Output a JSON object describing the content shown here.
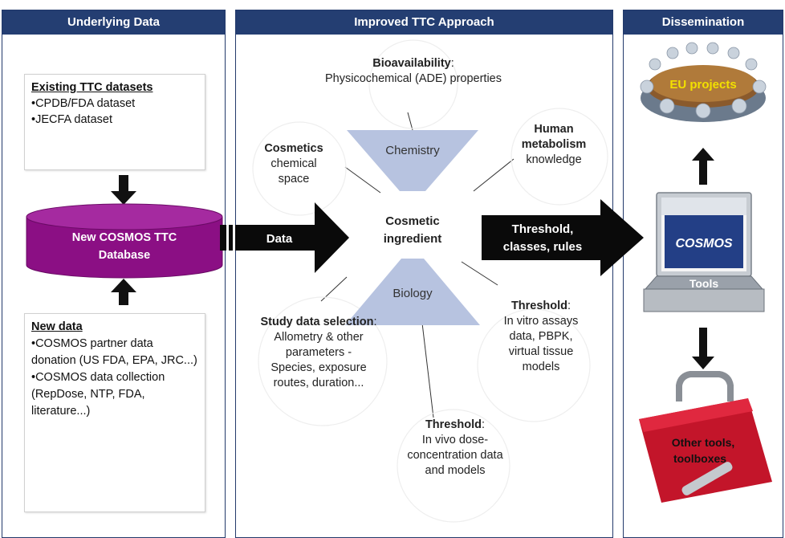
{
  "panels": {
    "left": "Underlying Data",
    "middle": "Improved TTC Approach",
    "right": "Dissemination"
  },
  "existing": {
    "title": "Existing TTC datasets",
    "items": [
      "•CPDB/FDA dataset",
      "•JECFA dataset"
    ]
  },
  "database": {
    "line1": "New COSMOS TTC",
    "line2": "Database"
  },
  "new_data": {
    "title": "New data",
    "items": [
      "•COSMOS partner data donation (US FDA, EPA, JRC...)",
      "•COSMOS data collection (RepDose, NTP, FDA, literature...)"
    ]
  },
  "arrows": {
    "data": "Data",
    "out_line1": "Threshold,",
    "out_line2": "classes, rules"
  },
  "hourglass": {
    "top": "Chemistry",
    "middle_line1": "Cosmetic",
    "middle_line2": "ingredient",
    "bottom": "Biology"
  },
  "bioavailability": {
    "title": "Bioavailability",
    "desc": "Physicochemical (ADE) properties"
  },
  "cosmetics": {
    "title": "Cosmetics",
    "desc1": "chemical",
    "desc2": "space"
  },
  "human": {
    "title1": "Human",
    "title2": "metabolism",
    "desc": "knowledge"
  },
  "study": {
    "title": "Study data selection",
    "lines": [
      "Allometry & other",
      "parameters -",
      "Species, exposure",
      "routes, duration..."
    ]
  },
  "threshold_vitro": {
    "title": "Threshold",
    "lines": [
      "In vitro assays",
      "data, PBPK,",
      "virtual tissue",
      "models"
    ]
  },
  "threshold_vivo": {
    "title": "Threshold",
    "lines": [
      "In vivo dose-",
      "concentration data",
      "and models"
    ]
  },
  "dissemination": {
    "eu": "EU projects",
    "cosmos": "COSMOS",
    "tools": "Tools",
    "other_line1": "Other tools,",
    "other_line2": "toolboxes"
  }
}
